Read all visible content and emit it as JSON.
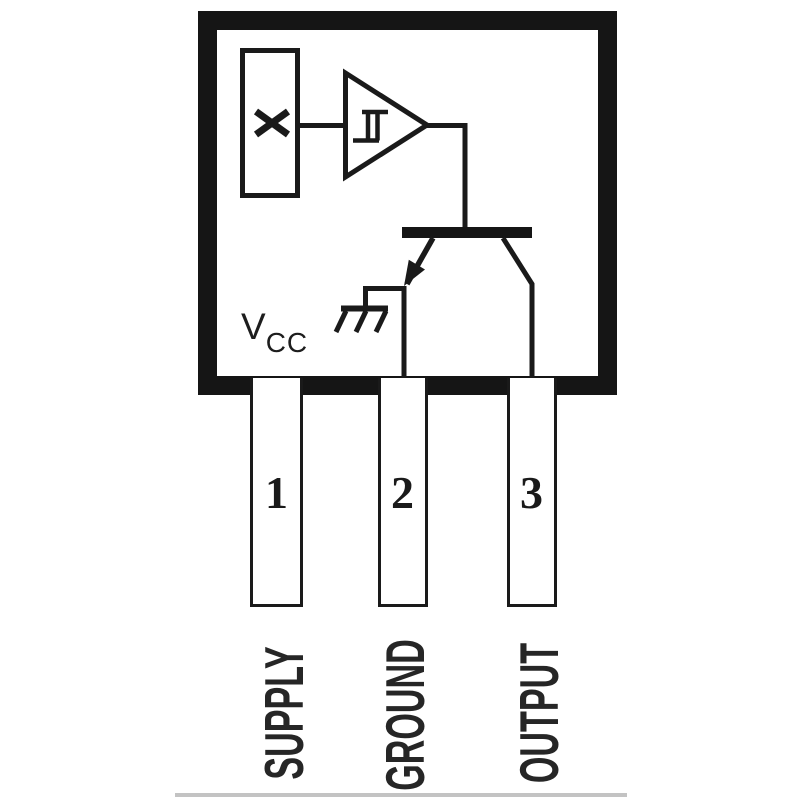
{
  "diagram": {
    "kind": "hall-effect-sensor-internal-schematic",
    "supply_label": {
      "text": "V",
      "subscript": "CC"
    },
    "pins": [
      {
        "number": "1",
        "label": "SUPPLY"
      },
      {
        "number": "2",
        "label": "GROUND"
      },
      {
        "number": "3",
        "label": "OUTPUT"
      }
    ],
    "symbols": [
      "hall-element",
      "schmitt-trigger-amplifier",
      "npn-transistor",
      "signal-ground"
    ],
    "colors": {
      "line": "#1a1a1a",
      "background": "#ffffff",
      "bottom_bar": "#c3c3c3"
    }
  }
}
